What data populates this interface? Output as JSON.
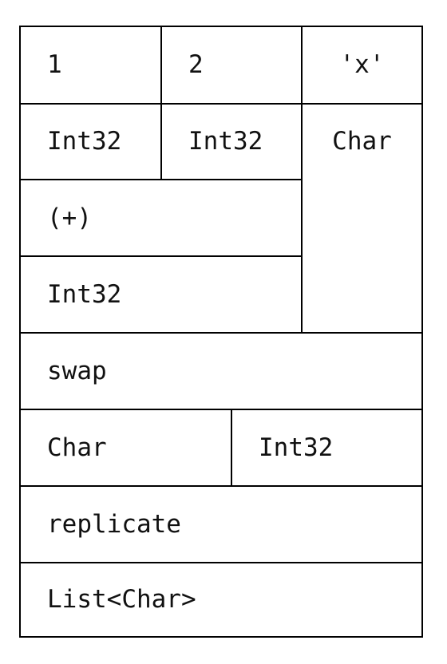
{
  "diagram": {
    "row1": {
      "a": "1",
      "b": "2",
      "c": "'x'"
    },
    "row2": {
      "a": "Int32",
      "b": "Int32",
      "c": "Char"
    },
    "op_plus": "(+)",
    "plus_result": "Int32",
    "op_swap": "swap",
    "swap_result": {
      "a": "Char",
      "b": "Int32"
    },
    "op_replicate": "replicate",
    "final_result": "List<Char>"
  }
}
